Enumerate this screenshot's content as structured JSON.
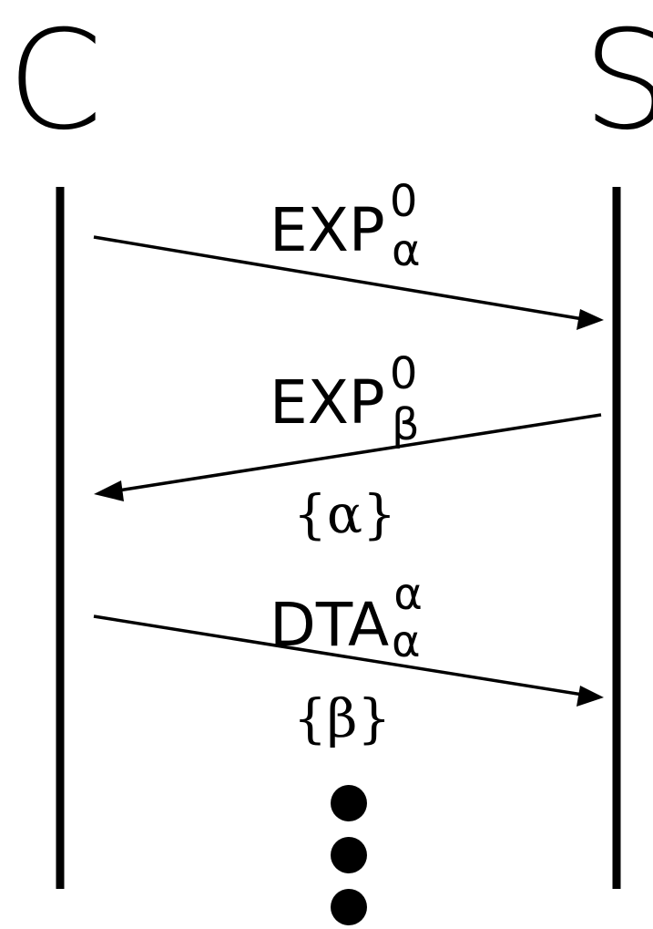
{
  "participants": {
    "client": "C",
    "server": "S"
  },
  "messages": [
    {
      "name": "EXP",
      "superscript": "0",
      "subscript": "α",
      "direction": "client-to-server",
      "annotation": ""
    },
    {
      "name": "EXP",
      "superscript": "0",
      "subscript": "β",
      "direction": "server-to-client",
      "annotation": "{α}"
    },
    {
      "name": "DTA",
      "superscript": "α",
      "subscript": "α",
      "direction": "client-to-server",
      "annotation": "{β}"
    }
  ],
  "continuation_dots": 3,
  "colors": {
    "ink": "#000000",
    "background": "#ffffff"
  }
}
